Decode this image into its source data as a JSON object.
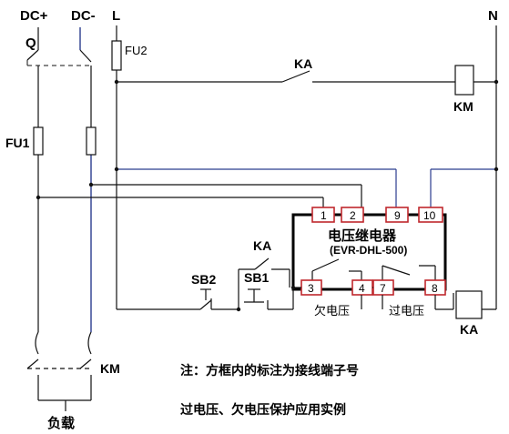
{
  "labels": {
    "dc_plus": "DC+",
    "dc_minus": "DC-",
    "line": "L",
    "neutral": "N",
    "q": "Q",
    "fu1": "FU1",
    "fu2": "FU2",
    "ka_top": "KA",
    "km_coil": "KM",
    "ka_contact": "KA",
    "sb2": "SB2",
    "sb1": "SB1",
    "ka_coil": "KA",
    "km_contact": "KM",
    "load": "负载",
    "under_voltage": "欠电压",
    "over_voltage": "过电压"
  },
  "relay": {
    "title": "电压继电器",
    "model": "(EVR-DHL-500)",
    "terminals_top": [
      "1",
      "2",
      "9",
      "10"
    ],
    "terminals_bottom": [
      "3",
      "4",
      "7",
      "8"
    ]
  },
  "notes": {
    "note": "注：方框内的标注为接线端子号",
    "caption": "过电压、欠电压保护应用实例"
  },
  "colors": {
    "wire_black": "#111111",
    "wire_blue": "#2b3d8f",
    "terminal_border": "#c0282d",
    "relay_box": "#000000"
  }
}
